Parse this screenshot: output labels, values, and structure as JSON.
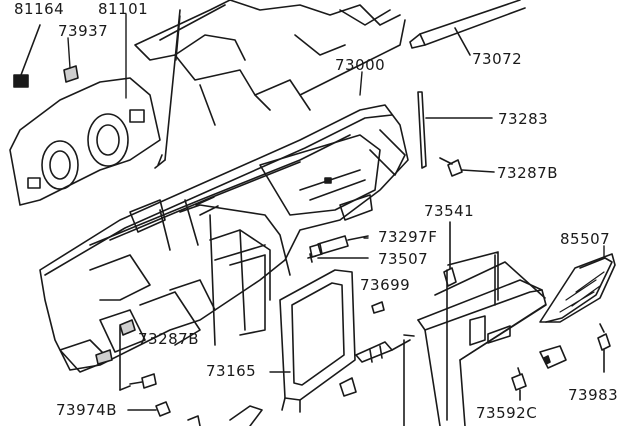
{
  "diagram": {
    "labels": {
      "p81164": "81164",
      "p81101": "81101",
      "p73937": "73937",
      "p73072": "73072",
      "p73000": "73000",
      "p73283": "73283",
      "p73287b_right": "73287B",
      "p73541": "73541",
      "p85507": "85507",
      "p73297f": "73297F",
      "p73507": "73507",
      "p73699": "73699",
      "p73287b_left": "73287B",
      "p73165": "73165",
      "p73974b": "73974B",
      "p73592c": "73592C",
      "p73983": "73983"
    }
  }
}
